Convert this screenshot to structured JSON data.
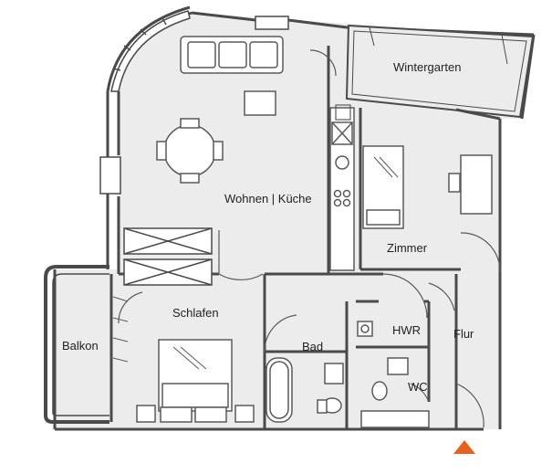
{
  "rooms": {
    "wintergarten": "Wintergarten",
    "wohnen_kueche": "Wohnen | Küche",
    "zimmer": "Zimmer",
    "schlafen": "Schlafen",
    "balkon": "Balkon",
    "bad": "Bad",
    "hwr": "HWR",
    "flur": "Flur",
    "wc": "WC"
  },
  "colors": {
    "floor": "#ececec",
    "wall": "#4a4a4a",
    "furniture": "#5a5a5a",
    "entrance_marker": "#e8601c"
  },
  "icons": {
    "entrance_marker": "triangle-up"
  }
}
